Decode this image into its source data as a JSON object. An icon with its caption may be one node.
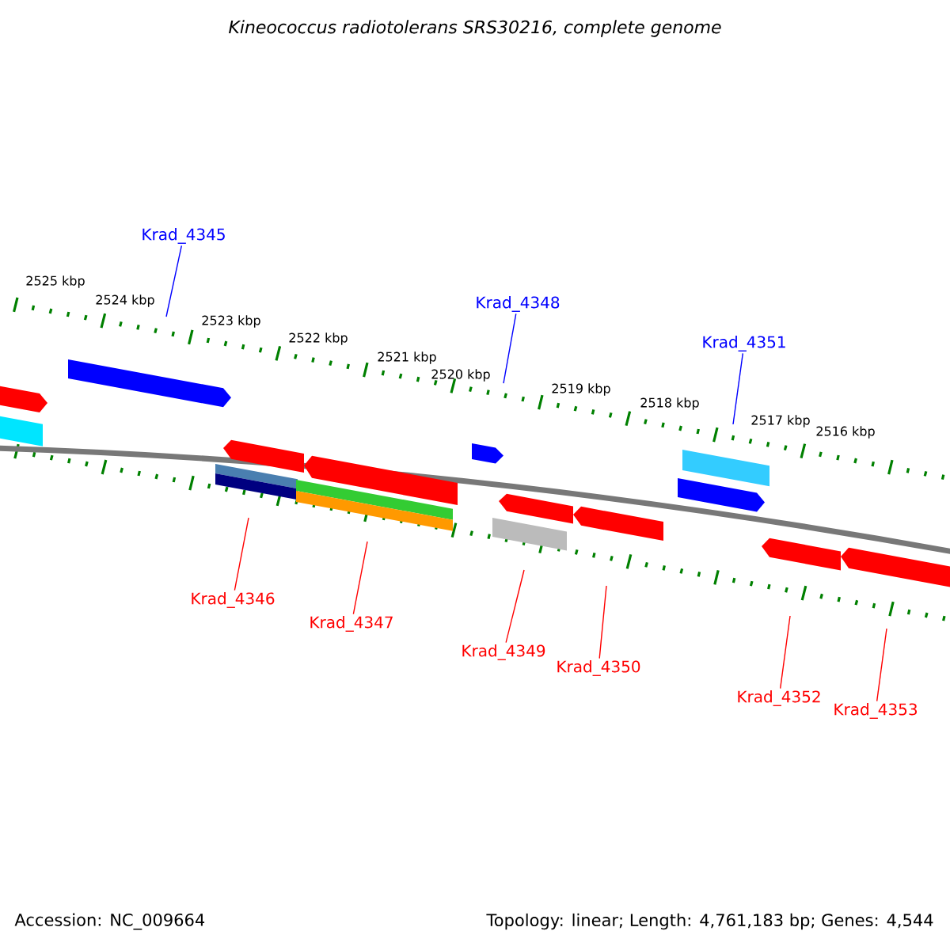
{
  "diagram": {
    "title": "Kineococcus radiotolerans SRS30216, complete genome",
    "nodes": [
      {
        "text": [
          "Krad_4345"
        ]
      },
      {
        "text": [
          "Krad_4348"
        ]
      },
      {
        "text": [
          "Krad_4351"
        ]
      },
      {
        "text": [
          "Krad_4346"
        ]
      },
      {
        "text": [
          "Krad_4347"
        ]
      },
      {
        "text": [
          "Krad_4349"
        ]
      },
      {
        "text": [
          "Krad_4350"
        ]
      },
      {
        "text": [
          "Krad_4352"
        ]
      },
      {
        "text": [
          "Krad_4353"
        ]
      }
    ],
    "edges": [
      {
        "from": 0,
        "to": null,
        "arrow": "none",
        "color": "#0000ff"
      },
      {
        "from": 1,
        "to": null,
        "arrow": "none",
        "color": "#0000ff"
      },
      {
        "from": 2,
        "to": null,
        "arrow": "none",
        "color": "#0000ff"
      },
      {
        "from": 3,
        "to": null,
        "arrow": "none"
      },
      {
        "from": 4,
        "to": null,
        "arrow": "none"
      },
      {
        "from": 5,
        "to": null,
        "arrow": "none"
      },
      {
        "from": 6,
        "to": null,
        "arrow": "none"
      },
      {
        "from": 7,
        "to": null,
        "arrow": "none"
      },
      {
        "from": 8,
        "to": null,
        "arrow": "none"
      }
    ],
    "labels": [
      "2525 kbp",
      "2524 kbp",
      "2523 kbp",
      "2522 kbp",
      "2521 kbp",
      "2520 kbp",
      "2519 kbp",
      "2518 kbp",
      "2517 kbp",
      "2516 kbp",
      "Accession: NC_009664",
      "Topology: linear; Length: 4,761,183 bp; Genes: 4,544"
    ]
  }
}
